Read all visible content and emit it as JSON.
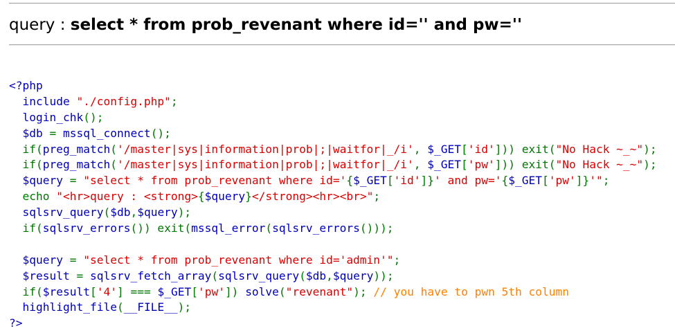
{
  "query_output": {
    "label": "query : ",
    "value": "select * from prob_revenant where id='' and pw=''"
  },
  "source": {
    "lines": [
      [
        {
          "c": "df",
          "t": "<?php"
        }
      ],
      [
        {
          "c": "ht",
          "t": "  "
        },
        {
          "c": "df",
          "t": "include "
        },
        {
          "c": "st",
          "t": "\"./config.php\""
        },
        {
          "c": "kw",
          "t": ";"
        }
      ],
      [
        {
          "c": "ht",
          "t": "  "
        },
        {
          "c": "df",
          "t": "login_chk"
        },
        {
          "c": "kw",
          "t": "();"
        }
      ],
      [
        {
          "c": "ht",
          "t": "  "
        },
        {
          "c": "df",
          "t": "$db "
        },
        {
          "c": "kw",
          "t": "= "
        },
        {
          "c": "df",
          "t": "mssql_connect"
        },
        {
          "c": "kw",
          "t": "();"
        }
      ],
      [
        {
          "c": "ht",
          "t": "  "
        },
        {
          "c": "kw",
          "t": "if("
        },
        {
          "c": "df",
          "t": "preg_match"
        },
        {
          "c": "kw",
          "t": "("
        },
        {
          "c": "st",
          "t": "'/master|sys|information|prob|;|waitfor|_/i'"
        },
        {
          "c": "kw",
          "t": ", "
        },
        {
          "c": "df",
          "t": "$_GET"
        },
        {
          "c": "kw",
          "t": "["
        },
        {
          "c": "st",
          "t": "'id'"
        },
        {
          "c": "kw",
          "t": "])) exit("
        },
        {
          "c": "st",
          "t": "\"No Hack ~_~\""
        },
        {
          "c": "kw",
          "t": ");"
        }
      ],
      [
        {
          "c": "ht",
          "t": "  "
        },
        {
          "c": "kw",
          "t": "if("
        },
        {
          "c": "df",
          "t": "preg_match"
        },
        {
          "c": "kw",
          "t": "("
        },
        {
          "c": "st",
          "t": "'/master|sys|information|prob|;|waitfor|_/i'"
        },
        {
          "c": "kw",
          "t": ", "
        },
        {
          "c": "df",
          "t": "$_GET"
        },
        {
          "c": "kw",
          "t": "["
        },
        {
          "c": "st",
          "t": "'pw'"
        },
        {
          "c": "kw",
          "t": "])) exit("
        },
        {
          "c": "st",
          "t": "\"No Hack ~_~\""
        },
        {
          "c": "kw",
          "t": ");"
        }
      ],
      [
        {
          "c": "ht",
          "t": "  "
        },
        {
          "c": "df",
          "t": "$query "
        },
        {
          "c": "kw",
          "t": "= "
        },
        {
          "c": "st",
          "t": "\"select * from prob_revenant where id='"
        },
        {
          "c": "kw",
          "t": "{"
        },
        {
          "c": "df",
          "t": "$_GET"
        },
        {
          "c": "kw",
          "t": "["
        },
        {
          "c": "st",
          "t": "'id'"
        },
        {
          "c": "kw",
          "t": "]}"
        },
        {
          "c": "st",
          "t": "' and pw='"
        },
        {
          "c": "kw",
          "t": "{"
        },
        {
          "c": "df",
          "t": "$_GET"
        },
        {
          "c": "kw",
          "t": "["
        },
        {
          "c": "st",
          "t": "'pw'"
        },
        {
          "c": "kw",
          "t": "]}"
        },
        {
          "c": "st",
          "t": "'\""
        },
        {
          "c": "kw",
          "t": ";"
        }
      ],
      [
        {
          "c": "ht",
          "t": "  "
        },
        {
          "c": "kw",
          "t": "echo "
        },
        {
          "c": "st",
          "t": "\"<hr>query : <strong>"
        },
        {
          "c": "kw",
          "t": "{"
        },
        {
          "c": "df",
          "t": "$query"
        },
        {
          "c": "kw",
          "t": "}"
        },
        {
          "c": "st",
          "t": "</strong><hr><br>\""
        },
        {
          "c": "kw",
          "t": ";"
        }
      ],
      [
        {
          "c": "ht",
          "t": "  "
        },
        {
          "c": "df",
          "t": "sqlsrv_query"
        },
        {
          "c": "kw",
          "t": "("
        },
        {
          "c": "df",
          "t": "$db"
        },
        {
          "c": "kw",
          "t": ","
        },
        {
          "c": "df",
          "t": "$query"
        },
        {
          "c": "kw",
          "t": ");"
        }
      ],
      [
        {
          "c": "ht",
          "t": "  "
        },
        {
          "c": "kw",
          "t": "if("
        },
        {
          "c": "df",
          "t": "sqlsrv_errors"
        },
        {
          "c": "kw",
          "t": "()) exit("
        },
        {
          "c": "df",
          "t": "mssql_error"
        },
        {
          "c": "kw",
          "t": "("
        },
        {
          "c": "df",
          "t": "sqlsrv_errors"
        },
        {
          "c": "kw",
          "t": "()));"
        }
      ],
      [
        {
          "c": "ht",
          "t": " "
        }
      ],
      [
        {
          "c": "ht",
          "t": "  "
        },
        {
          "c": "df",
          "t": "$query "
        },
        {
          "c": "kw",
          "t": "= "
        },
        {
          "c": "st",
          "t": "\"select * from prob_revenant where id='admin'\""
        },
        {
          "c": "kw",
          "t": ";"
        }
      ],
      [
        {
          "c": "ht",
          "t": "  "
        },
        {
          "c": "df",
          "t": "$result "
        },
        {
          "c": "kw",
          "t": "= "
        },
        {
          "c": "df",
          "t": "sqlsrv_fetch_array"
        },
        {
          "c": "kw",
          "t": "("
        },
        {
          "c": "df",
          "t": "sqlsrv_query"
        },
        {
          "c": "kw",
          "t": "("
        },
        {
          "c": "df",
          "t": "$db"
        },
        {
          "c": "kw",
          "t": ","
        },
        {
          "c": "df",
          "t": "$query"
        },
        {
          "c": "kw",
          "t": "));"
        }
      ],
      [
        {
          "c": "ht",
          "t": "  "
        },
        {
          "c": "kw",
          "t": "if("
        },
        {
          "c": "df",
          "t": "$result"
        },
        {
          "c": "kw",
          "t": "["
        },
        {
          "c": "st",
          "t": "'4'"
        },
        {
          "c": "kw",
          "t": "] === "
        },
        {
          "c": "df",
          "t": "$_GET"
        },
        {
          "c": "kw",
          "t": "["
        },
        {
          "c": "st",
          "t": "'pw'"
        },
        {
          "c": "kw",
          "t": "]) "
        },
        {
          "c": "df",
          "t": "solve"
        },
        {
          "c": "kw",
          "t": "("
        },
        {
          "c": "st",
          "t": "\"revenant\""
        },
        {
          "c": "kw",
          "t": "); "
        },
        {
          "c": "cm",
          "t": "// you have to pwn 5th column"
        }
      ],
      [
        {
          "c": "ht",
          "t": "  "
        },
        {
          "c": "df",
          "t": "highlight_file"
        },
        {
          "c": "kw",
          "t": "("
        },
        {
          "c": "df",
          "t": "__FILE__"
        },
        {
          "c": "kw",
          "t": ");"
        }
      ],
      [
        {
          "c": "df",
          "t": "?>"
        }
      ]
    ]
  },
  "colors": {
    "default": "#0000bb",
    "keyword": "#007700",
    "string": "#dd0000",
    "comment": "#ff8000",
    "html": "#000000",
    "rule": "#a6a6a6"
  }
}
